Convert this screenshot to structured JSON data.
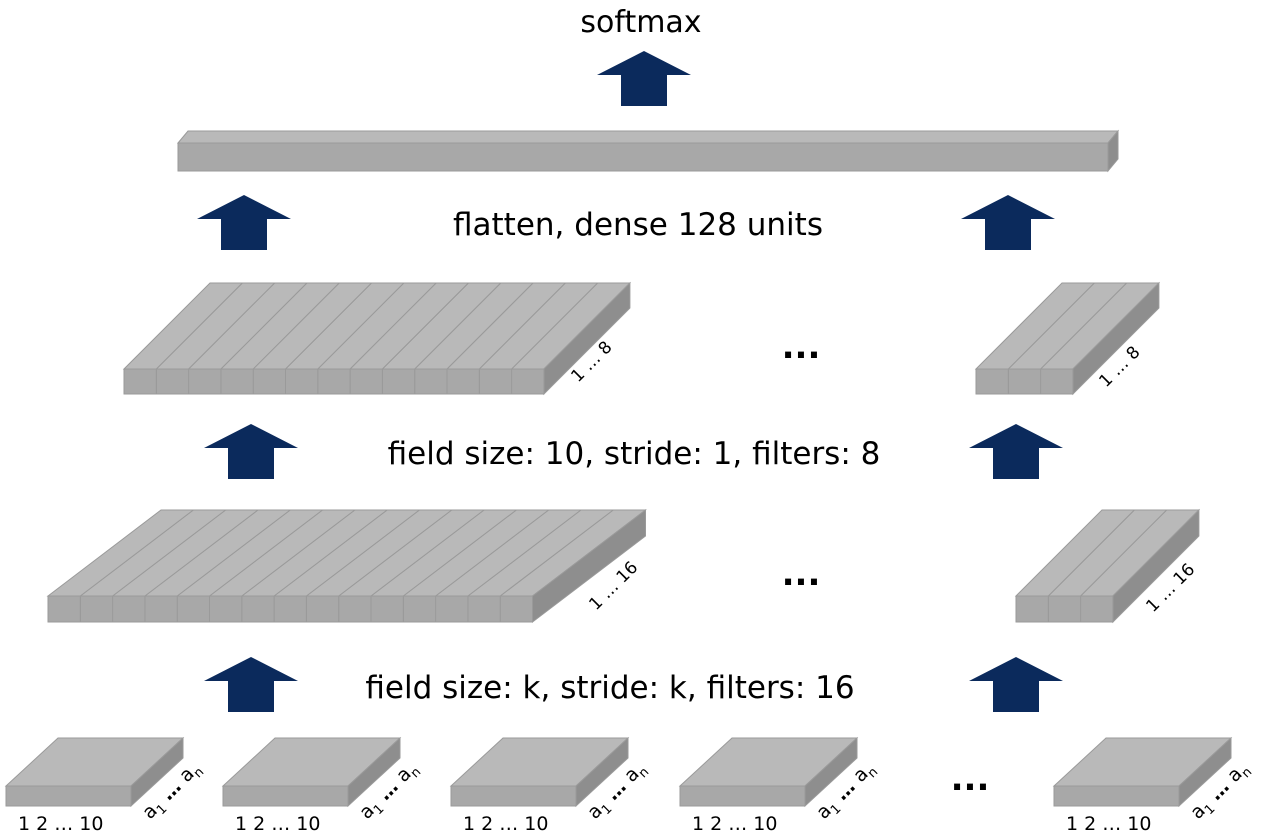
{
  "diagram": {
    "output_label": "softmax",
    "dense_label": "flatten, dense 128 units",
    "conv2_label": "field size: 10, stride: 1, filters: 8",
    "conv1_label": "field size: k, stride: k, filters: 16",
    "conv2_depth_label": "1 … 8",
    "conv1_depth_label": "1 … 16",
    "ellipsis": "...",
    "input_x_label": "1  2 … 10",
    "input_a": "a",
    "input_sub_1": "1",
    "input_sub_n": "n",
    "input_dots": "…",
    "colors": {
      "arrow": "#0b2a5c",
      "block_front": "#a8a8a8",
      "block_top": "#b9b9b9",
      "block_side": "#8e8e8e",
      "block_edge": "#9a9a9a",
      "text": "#000000"
    }
  }
}
